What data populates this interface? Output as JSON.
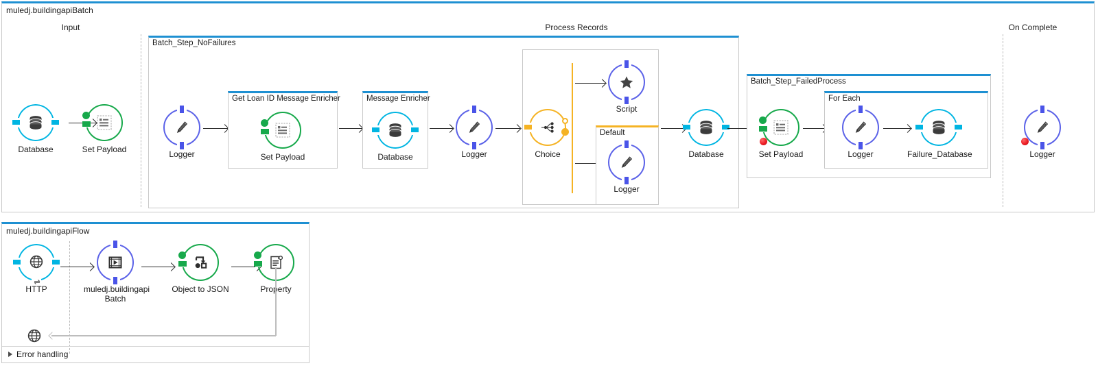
{
  "batch_flow": {
    "title": "muledj.buildingapiBatch",
    "phases": {
      "input": "Input",
      "process_records": "Process Records",
      "on_complete": "On Complete"
    },
    "input_nodes": [
      {
        "label": "Database",
        "icon": "database-icon",
        "ring": "cyan"
      },
      {
        "label": "Set Payload",
        "icon": "set-payload-icon",
        "ring": "green"
      }
    ],
    "batch_step_nofailures": {
      "title": "Batch_Step_NoFailures",
      "nodes": [
        {
          "label": "Logger",
          "icon": "pencil-icon",
          "ring": "blue"
        },
        {
          "label": "Set Payload",
          "icon": "set-payload-icon",
          "ring": "green"
        },
        {
          "label": "Database",
          "icon": "database-icon",
          "ring": "cyan"
        },
        {
          "label": "Logger",
          "icon": "pencil-icon",
          "ring": "blue"
        },
        {
          "label": "Choice",
          "icon": "choice-branch-icon",
          "ring": "amber"
        },
        {
          "label": "Script",
          "icon": "star-icon",
          "ring": "blue"
        },
        {
          "label": "Logger",
          "icon": "pencil-icon",
          "ring": "blue"
        },
        {
          "label": "Database",
          "icon": "database-icon",
          "ring": "cyan"
        }
      ],
      "enricher_boxes": [
        {
          "title": "Get Loan ID Message Enricher"
        },
        {
          "title": "Message Enricher"
        }
      ],
      "choice_default_box": {
        "title": "Default"
      }
    },
    "batch_step_failedprocess": {
      "title": "Batch_Step_FailedProcess",
      "for_each": {
        "title": "For Each"
      },
      "nodes": [
        {
          "label": "Set Payload",
          "icon": "set-payload-icon",
          "ring": "green",
          "error": true
        },
        {
          "label": "Logger",
          "icon": "pencil-icon",
          "ring": "blue"
        },
        {
          "label": "Failure_Database",
          "icon": "database-icon",
          "ring": "cyan"
        }
      ]
    },
    "on_complete_nodes": [
      {
        "label": "Logger",
        "icon": "pencil-icon",
        "ring": "blue",
        "error": true
      }
    ]
  },
  "main_flow": {
    "title": "muledj.buildingapiFlow",
    "nodes": [
      {
        "label": "HTTP",
        "icon": "globe-icon",
        "ring": "cyan"
      },
      {
        "label": "muledj.buildingapi\nBatch",
        "icon": "flow-ref-icon",
        "ring": "blue"
      },
      {
        "label": "Object to JSON",
        "icon": "object-to-json-icon",
        "ring": "green"
      },
      {
        "label": "Property",
        "icon": "property-doc-icon",
        "ring": "green"
      }
    ],
    "response_icon": "globe-icon",
    "error_handling": "Error handling"
  },
  "colors": {
    "frame_blue": "#1e90d2",
    "cyan": "#00b5e2",
    "blue": "#5b62e8",
    "green": "#17a94b",
    "amber": "#f5b324",
    "error_red": "#ec1c24",
    "grey_border": "#c8c8c8"
  }
}
